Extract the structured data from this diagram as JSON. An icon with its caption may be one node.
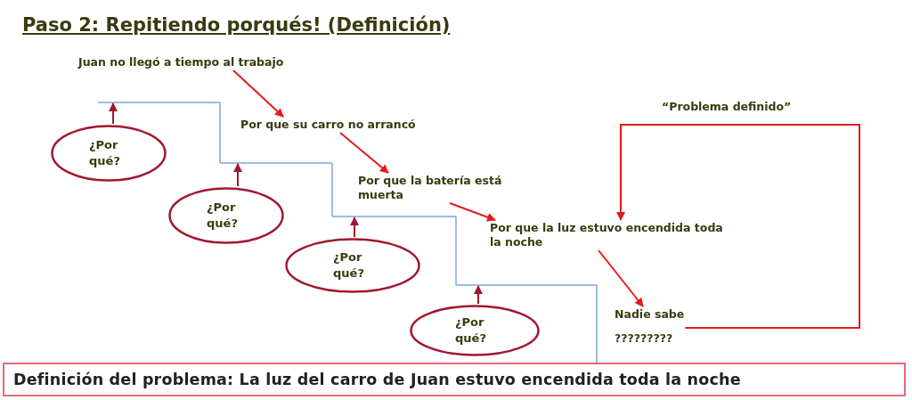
{
  "diagram": {
    "title": "Paso 2: Repitiendo porqués! (Definición)",
    "nodes": [
      {
        "text": [
          "Juan no llegó a tiempo al trabajo"
        ]
      },
      {
        "text": [
          "¿Por qué?"
        ]
      },
      {
        "text": [
          "Por que su carro no arrancó"
        ]
      },
      {
        "text": [
          "¿Por qué?"
        ]
      },
      {
        "text": [
          "Por que la batería está muerta"
        ]
      },
      {
        "text": [
          "¿Por qué?"
        ]
      },
      {
        "text": [
          "Por que la luz estuvo encendida toda la noche"
        ]
      },
      {
        "text": [
          "¿Por qué?"
        ]
      },
      {
        "text": [
          "Nadie sabe",
          "?????????"
        ]
      },
      {
        "text": [
          "Definición del problema: La luz del carro de Juan estuvo encendida toda la noche"
        ]
      },
      {
        "text": [],
        "shape": "line"
      },
      {
        "text": [],
        "shape": "line"
      },
      {
        "text": [],
        "shape": "line"
      },
      {
        "text": [],
        "shape": "line"
      }
    ],
    "edges": [
      {
        "from": 0,
        "to": 2,
        "arrow": "to"
      },
      {
        "from": 2,
        "to": 4,
        "arrow": "to"
      },
      {
        "from": 4,
        "to": 6,
        "arrow": "to"
      },
      {
        "from": 6,
        "to": 8,
        "arrow": "to"
      },
      {
        "from": 1,
        "to": 10,
        "arrow": "to",
        "color": "#a01830"
      },
      {
        "from": 3,
        "to": 11,
        "arrow": "to",
        "color": "#a01830"
      },
      {
        "from": 5,
        "to": 12,
        "arrow": "to",
        "color": "#a01830"
      },
      {
        "from": 7,
        "to": 13,
        "arrow": "to",
        "color": "#a01830"
      },
      {
        "from": 8,
        "to": 6,
        "arrow": "to",
        "label": "“Problema definido”"
      }
    ]
  }
}
